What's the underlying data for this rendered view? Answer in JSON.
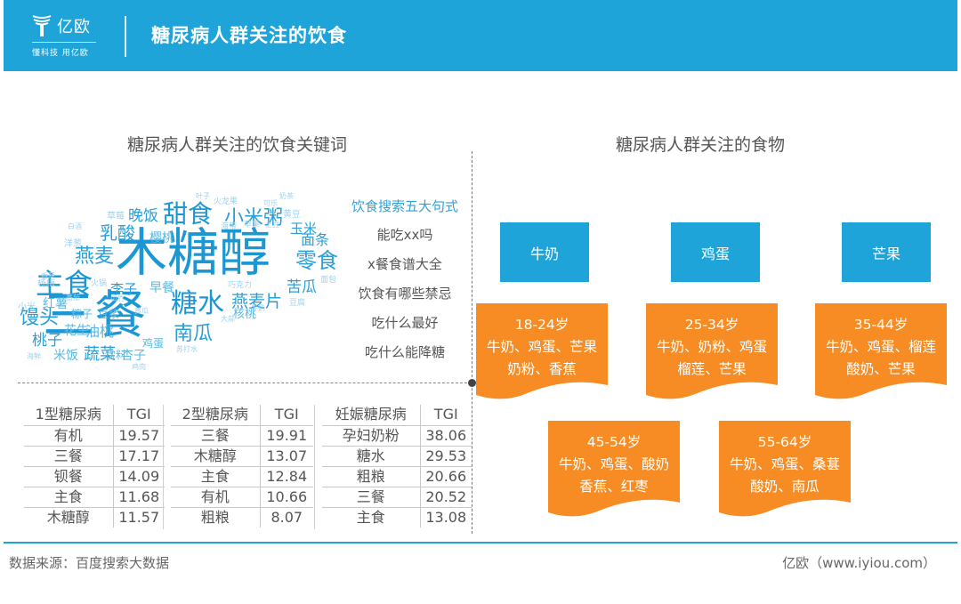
{
  "header": {
    "logo_text": "亿欧",
    "logo_slogan": "懂科技 用亿欧",
    "title": "糖尿病人群关注的饮食"
  },
  "left_section": {
    "title": "糖尿病人群关注的饮食关键词",
    "word_cloud": [
      {
        "text": "木糖醇",
        "weight": 1.0
      },
      {
        "text": "三餐",
        "weight": 0.95
      },
      {
        "text": "主食",
        "weight": 0.6
      },
      {
        "text": "甜食",
        "weight": 0.55
      },
      {
        "text": "糖水",
        "weight": 0.55
      },
      {
        "text": "小米粥",
        "weight": 0.45
      },
      {
        "text": "零食",
        "weight": 0.45
      },
      {
        "text": "燕麦",
        "weight": 0.42
      },
      {
        "text": "馒头",
        "weight": 0.42
      },
      {
        "text": "南瓜",
        "weight": 0.42
      },
      {
        "text": "乳酸",
        "weight": 0.4
      },
      {
        "text": "燕麦片",
        "weight": 0.38
      },
      {
        "text": "晚饭",
        "weight": 0.35
      },
      {
        "text": "苦瓜",
        "weight": 0.33
      },
      {
        "text": "面条",
        "weight": 0.33
      },
      {
        "text": "李子",
        "weight": 0.3
      },
      {
        "text": "蔬菜",
        "weight": 0.32
      },
      {
        "text": "桃子",
        "weight": 0.3
      },
      {
        "text": "樱桃",
        "weight": 0.28
      },
      {
        "text": "玉米",
        "weight": 0.3
      },
      {
        "text": "早餐",
        "weight": 0.28
      },
      {
        "text": "米饭",
        "weight": 0.28
      },
      {
        "text": "油桃",
        "weight": 0.28
      },
      {
        "text": "花生",
        "weight": 0.26
      },
      {
        "text": "红薯",
        "weight": 0.26
      },
      {
        "text": "粽子",
        "weight": 0.24
      },
      {
        "text": "豆浆",
        "weight": 0.24
      },
      {
        "text": "核桃",
        "weight": 0.24
      },
      {
        "text": "杏子",
        "weight": 0.24
      },
      {
        "text": "饮料",
        "weight": 0.22
      },
      {
        "text": "鸡蛋",
        "weight": 0.2
      },
      {
        "text": "杨梅",
        "weight": 0.18
      },
      {
        "text": "洋葱",
        "weight": 0.18
      },
      {
        "text": "草莓",
        "weight": 0.18
      },
      {
        "text": "火龙果",
        "weight": 0.16
      },
      {
        "text": "黄豆",
        "weight": 0.16
      },
      {
        "text": "面包",
        "weight": 0.16
      },
      {
        "text": "豆腐",
        "weight": 0.15
      },
      {
        "text": "巧克力",
        "weight": 0.15
      },
      {
        "text": "苹果",
        "weight": 0.15
      },
      {
        "text": "海带",
        "weight": 0.15
      },
      {
        "text": "小米",
        "weight": 0.15
      },
      {
        "text": "火锅",
        "weight": 0.14
      },
      {
        "text": "牛奶",
        "weight": 0.14
      },
      {
        "text": "大蒜",
        "weight": 0.13
      },
      {
        "text": "苏打水",
        "weight": 0.13
      },
      {
        "text": "鸡肉",
        "weight": 0.13
      },
      {
        "text": "香蕉",
        "weight": 0.12
      },
      {
        "text": "山竹",
        "weight": 0.12
      },
      {
        "text": "番茄",
        "weight": 0.12
      },
      {
        "text": "白酒",
        "weight": 0.12
      },
      {
        "text": "海鲜",
        "weight": 0.12
      },
      {
        "text": "黄瓜",
        "weight": 0.12
      },
      {
        "text": "可乐",
        "weight": 0.11
      },
      {
        "text": "奶茶",
        "weight": 0.11
      },
      {
        "text": "土豆",
        "weight": 0.11
      },
      {
        "text": "叶子",
        "weight": 0.1
      }
    ],
    "search_patterns": {
      "title": "饮食搜索五大句式",
      "items": [
        "能吃xx吗",
        "x餐食谱大全",
        "饮食有哪些禁忌",
        "吃什么最好",
        "吃什么能降糖"
      ]
    },
    "tables": [
      {
        "headers": [
          "1型糖尿病",
          "TGI"
        ],
        "rows": [
          [
            "有机",
            "19.57"
          ],
          [
            "三餐",
            "17.17"
          ],
          [
            "钡餐",
            "14.09"
          ],
          [
            "主食",
            "11.68"
          ],
          [
            "木糖醇",
            "11.57"
          ]
        ]
      },
      {
        "headers": [
          "2型糖尿病",
          "TGI"
        ],
        "rows": [
          [
            "三餐",
            "19.91"
          ],
          [
            "木糖醇",
            "13.07"
          ],
          [
            "主食",
            "12.84"
          ],
          [
            "有机",
            "10.66"
          ],
          [
            "粗粮",
            "8.07"
          ]
        ]
      },
      {
        "headers": [
          "妊娠糖尿病",
          "TGI"
        ],
        "rows": [
          [
            "孕妇奶粉",
            "38.06"
          ],
          [
            "糖水",
            "29.53"
          ],
          [
            "粗粮",
            "20.66"
          ],
          [
            "三餐",
            "20.52"
          ],
          [
            "主食",
            "13.08"
          ]
        ]
      }
    ]
  },
  "right_section": {
    "title": "糖尿病人群关注的食物",
    "top_foods": [
      "牛奶",
      "鸡蛋",
      "芒果"
    ],
    "age_groups": [
      {
        "age": "18-24岁",
        "line1": "牛奶、鸡蛋、芒果",
        "line2": "奶粉、香蕉"
      },
      {
        "age": "25-34岁",
        "line1": "牛奶、奶粉、鸡蛋",
        "line2": "榴莲、芒果"
      },
      {
        "age": "35-44岁",
        "line1": "牛奶、鸡蛋、榴莲",
        "line2": "酸奶、芒果"
      },
      {
        "age": "45-54岁",
        "line1": "牛奶、鸡蛋、酸奶",
        "line2": "香蕉、红枣"
      },
      {
        "age": "55-64岁",
        "line1": "牛奶、鸡蛋、桑葚",
        "line2": "酸奶、南瓜"
      }
    ]
  },
  "footer": {
    "source": "数据来源：百度搜索大数据",
    "brand": "亿欧（www.iyiou.com）"
  },
  "colors": {
    "brand_blue": "#1ea4d8",
    "card_orange": "#f68c23",
    "text_gray": "#555555"
  }
}
